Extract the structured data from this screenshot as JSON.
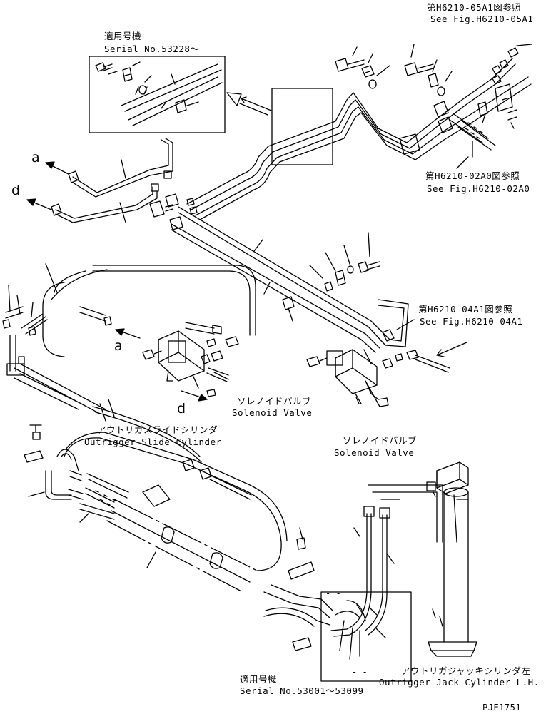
{
  "refs": {
    "top_right_jp": "第H6210-05A1図参照",
    "top_right_en": "See Fig.H6210-05A1",
    "mid_right_jp": "第H6210-02A0図参照",
    "mid_right_en": "See Fig.H6210-02A0",
    "lower_right_jp": "第H6210-04A1図参照",
    "lower_right_en": "See Fig.H6210-04A1"
  },
  "serial_top": {
    "jp": "適用号機",
    "en": "Serial No.53228～"
  },
  "serial_bottom": {
    "jp": "適用号機",
    "en": "Serial No.53001～53099"
  },
  "solenoid_left": {
    "jp": "ソレノイドバルブ",
    "en": "Solenoid Valve"
  },
  "solenoid_right": {
    "jp": "ソレノイドバルブ",
    "en": "Solenoid Valve"
  },
  "slide_cylinder": {
    "jp": "アウトリガスライドシリンダ",
    "en": "Outrigger Slide Cylinder"
  },
  "jack_cylinder": {
    "jp": "アウトリガジャッキシリンダ左",
    "en": "Outrigger Jack Cylinder L.H."
  },
  "letters": {
    "a_upper": "a",
    "d_upper": "d",
    "a_lower": "a",
    "d_lower": "d"
  },
  "dashes": {
    "d1": "- -",
    "d2": "- -",
    "d3": "- -"
  },
  "figure_code": "PJE1751"
}
